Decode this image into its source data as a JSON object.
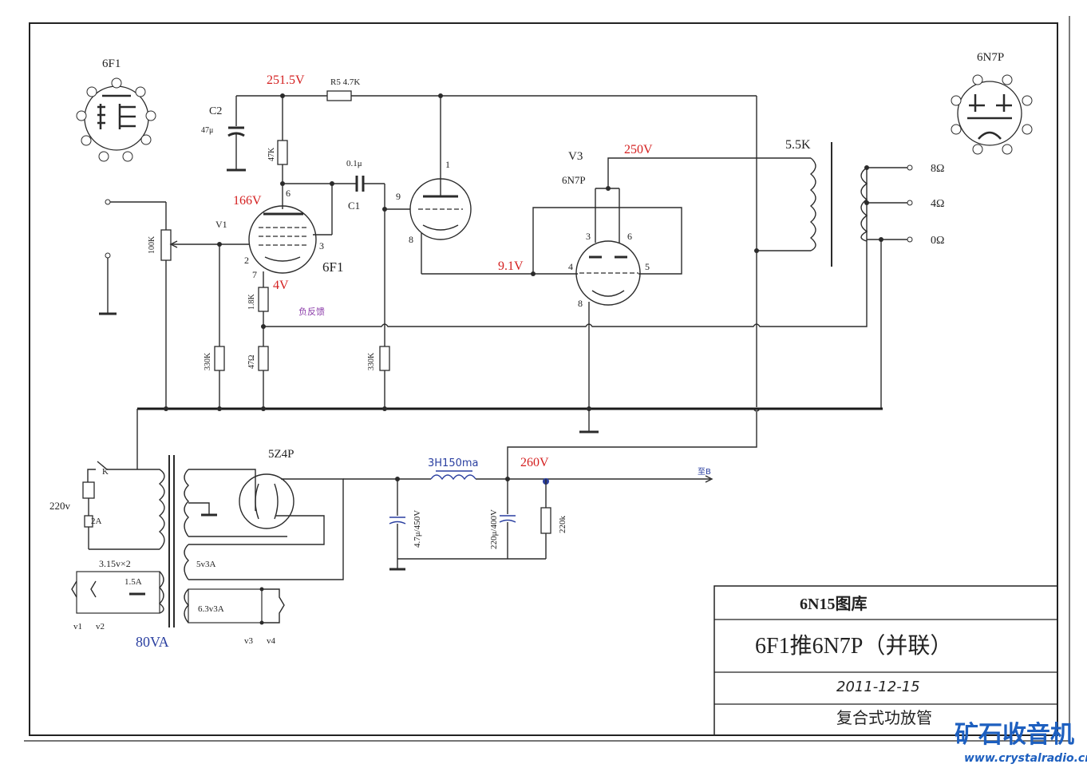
{
  "pinout_left": {
    "name": "6F1"
  },
  "pinout_right": {
    "name": "6N7P"
  },
  "voltages": {
    "b_plus": "251.5V",
    "v1_plate": "166V",
    "v1_cathode": "4V",
    "v3_grid": "9.1V",
    "v3_plate": "250V",
    "supply": "260V"
  },
  "components": {
    "c2_label": "C2",
    "c2_value": "47μ",
    "r5_label": "R5 4.7K",
    "r_plate": "47K",
    "c1_value": "0.1μ",
    "c1_label": "C1",
    "pot": "100K",
    "v1_label": "V1",
    "v1_tube": "6F1",
    "r_cathode1": "1.8K",
    "r_cathode2": "47Ω",
    "r_left": "330K",
    "r_right": "330K",
    "feedback": "负反馈",
    "v3_label": "V3",
    "v3_tube": "6N7P",
    "ot_primary": "5.5K",
    "rect_tube": "5Z4P",
    "choke": "3H150ma",
    "cap_a": "4.7μ/450V",
    "cap_b": "220μ/400V",
    "bleeder": "220k",
    "to_b": "至B",
    "switch": "K",
    "mains": "220v",
    "fuse": "2A",
    "heater_left": "3.15v×2",
    "heater_left_current": "1.5A",
    "v1_tag": "v1",
    "v2_tag": "v2",
    "transformer": "80VA",
    "sec_5v": "5v3A",
    "sec_63v": "6.3v3A",
    "v3_tag": "v3",
    "v4_tag": "v4"
  },
  "pins": {
    "v1_p6": "6",
    "v1_p3": "3",
    "v1_p2": "2",
    "v1_p7": "7",
    "v2_p1": "1",
    "v2_p9": "9",
    "v2_p8": "8",
    "v3_p3": "3",
    "v3_p6": "6",
    "v3_p4": "4",
    "v3_p5": "5",
    "v3_p8": "8"
  },
  "outputs": {
    "o8": "8Ω",
    "o4": "4Ω",
    "o0": "0Ω"
  },
  "title_block": {
    "library": "6N15图库",
    "title": "6F1推6N7P（并联）",
    "date": "2011-12-15",
    "subtitle": "复合式功放管"
  },
  "watermark": {
    "logo": "矿石收音机",
    "url": "www.crystalradio.cn"
  }
}
